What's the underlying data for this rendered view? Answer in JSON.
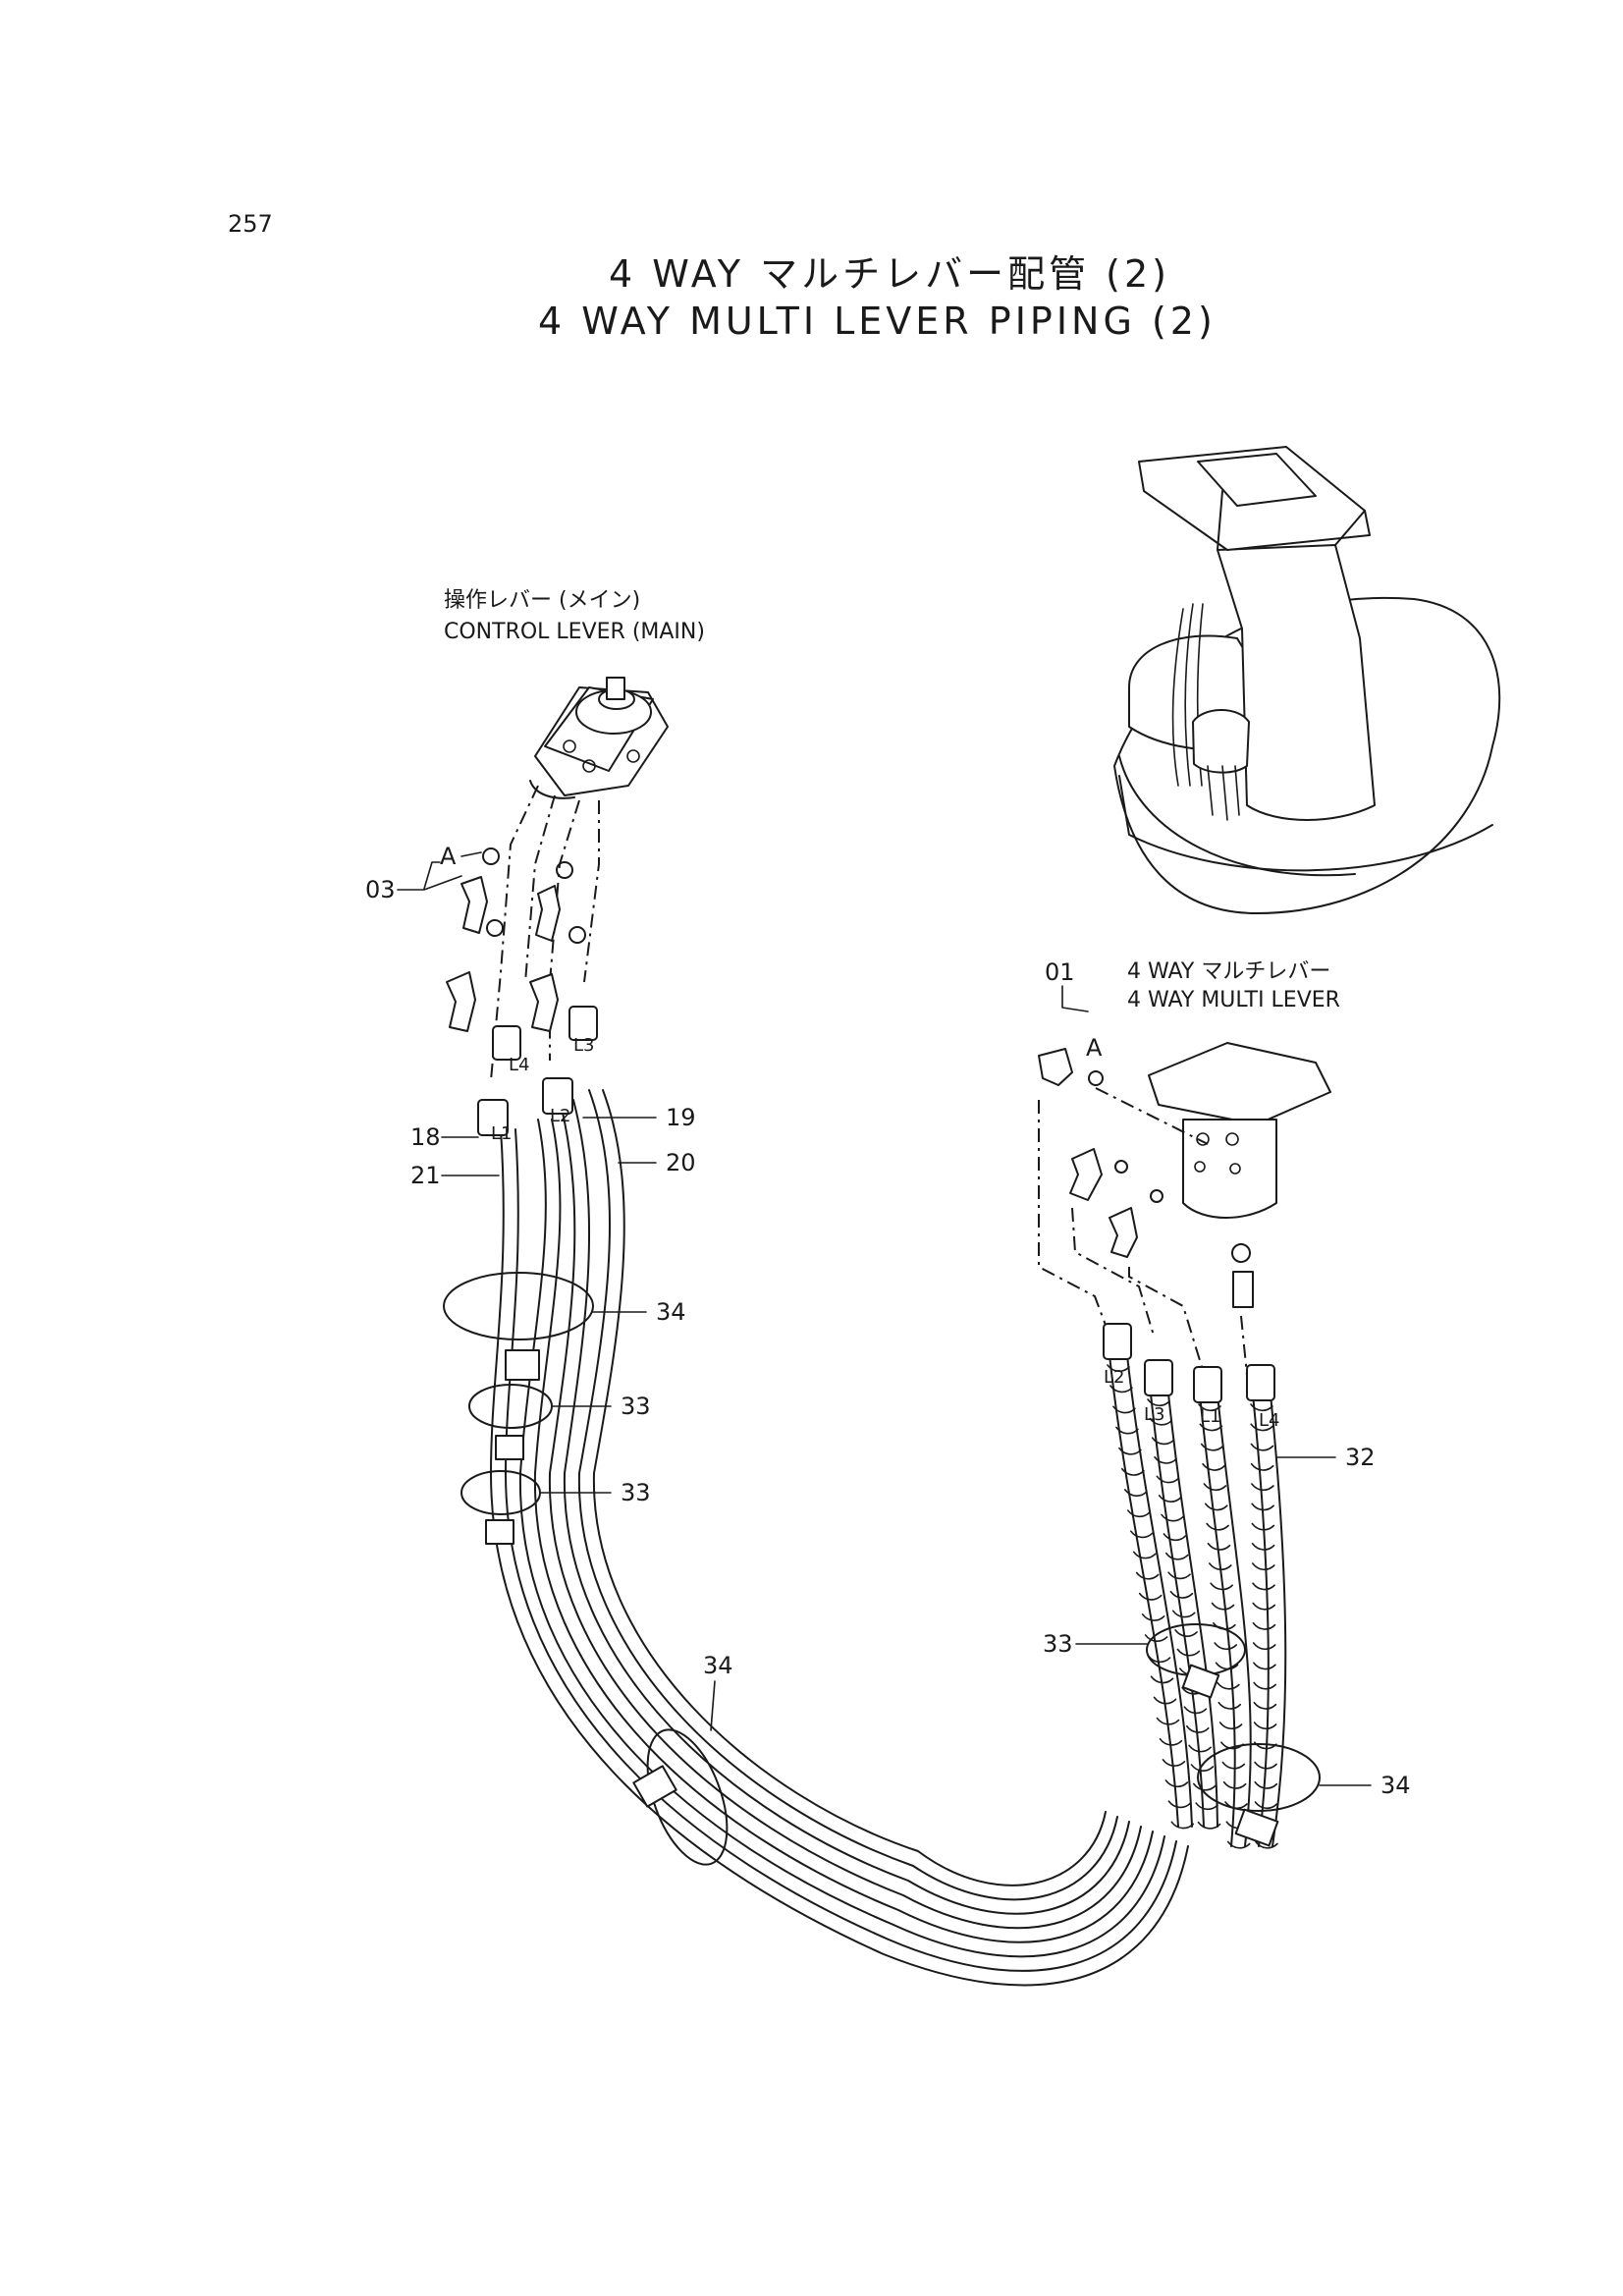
{
  "page_number": "257",
  "title_jp": "4 WAY マルチレバー配管 (2)",
  "title_en": "4 WAY MULTI LEVER PIPING (2)",
  "control_lever": {
    "jp": "操作レバー (メイン)",
    "en": "CONTROL LEVER (MAIN)"
  },
  "multi_lever": {
    "jp": "4 WAY マルチレバー",
    "en": "4 WAY MULTI LEVER"
  },
  "detail_mark": "A",
  "port_tags": {
    "l1": "L1",
    "l2": "L2",
    "l3": "L3",
    "l4": "L4"
  },
  "callouts": {
    "p01": "01",
    "p03": "03",
    "p18": "18",
    "p19": "19",
    "p20": "20",
    "p21": "21",
    "p32": "32",
    "p33a": "33",
    "p33b": "33",
    "p33c": "33",
    "p34a": "34",
    "p34b": "34",
    "p34c": "34"
  }
}
